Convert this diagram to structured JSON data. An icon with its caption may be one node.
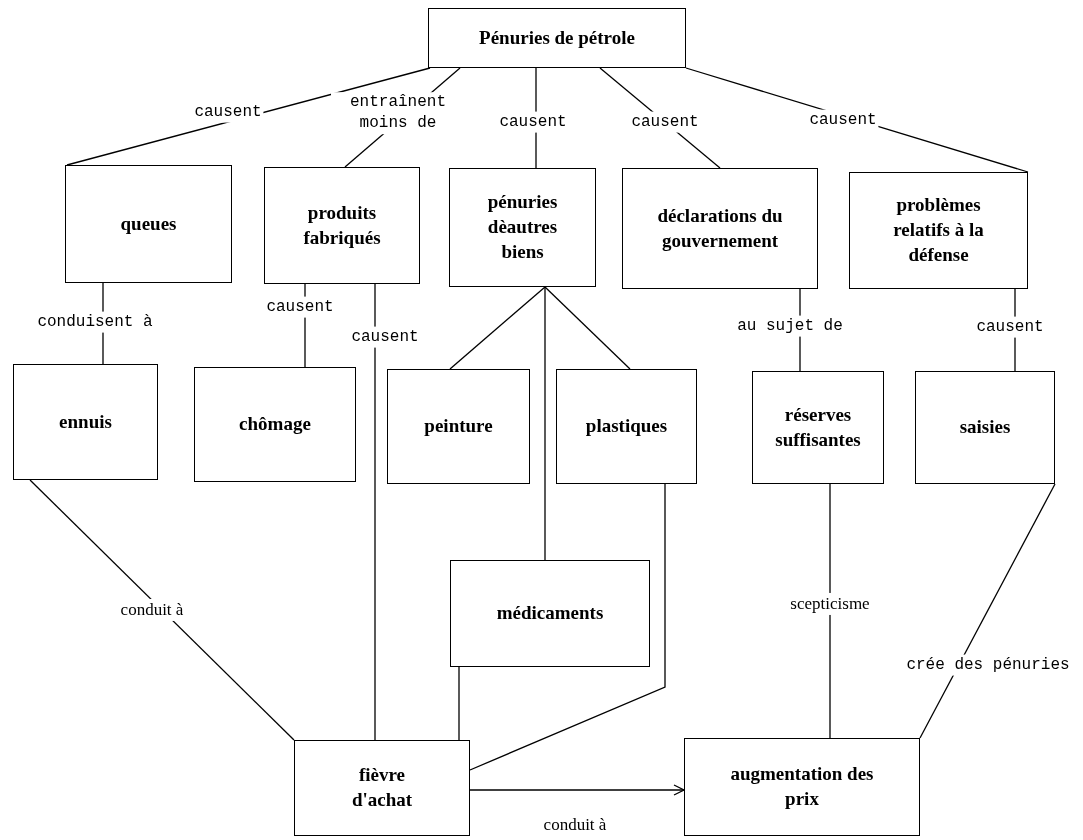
{
  "diagram": {
    "nodes": [
      {
        "text": [
          "Pénuries de pétrole"
        ]
      },
      {
        "text": [
          "queues"
        ]
      },
      {
        "text": [
          "produits fabriqués"
        ]
      },
      {
        "text": [
          "pénuries dèautres biens"
        ]
      },
      {
        "text": [
          "déclarations du gouvernement"
        ]
      },
      {
        "text": [
          "problèmes relatifs à la défense"
        ]
      },
      {
        "text": [
          "ennuis"
        ]
      },
      {
        "text": [
          "chômage"
        ]
      },
      {
        "text": [
          "peinture"
        ]
      },
      {
        "text": [
          "plastiques"
        ]
      },
      {
        "text": [
          "réserves suffisantes"
        ]
      },
      {
        "text": [
          "saisies"
        ]
      },
      {
        "text": [
          "médicaments"
        ]
      },
      {
        "text": [
          "fièvre d'achat"
        ]
      },
      {
        "text": [
          "augmentation des prix"
        ]
      }
    ],
    "edges": [
      {
        "from": 0,
        "to": 1,
        "arrow": "none",
        "label": "causent"
      },
      {
        "from": 0,
        "to": 2,
        "arrow": "none",
        "label": "entraînent moins de"
      },
      {
        "from": 0,
        "to": 3,
        "arrow": "none",
        "label": "causent"
      },
      {
        "from": 0,
        "to": 4,
        "arrow": "none",
        "label": "causent"
      },
      {
        "from": 0,
        "to": 5,
        "arrow": "none",
        "label": "causent"
      },
      {
        "from": 1,
        "to": 6,
        "arrow": "none",
        "label": "conduisent à"
      },
      {
        "from": 2,
        "to": 7,
        "arrow": "none",
        "label": "causent"
      },
      {
        "from": 2,
        "to": 13,
        "arrow": "none",
        "label": "causent"
      },
      {
        "from": 3,
        "to": 8,
        "arrow": "none"
      },
      {
        "from": 3,
        "to": 12,
        "arrow": "none"
      },
      {
        "from": 3,
        "to": 9,
        "arrow": "none"
      },
      {
        "from": 4,
        "to": 10,
        "arrow": "none",
        "label": "au sujet de"
      },
      {
        "from": 5,
        "to": 11,
        "arrow": "none",
        "label": "causent"
      },
      {
        "from": 6,
        "to": 13,
        "arrow": "none",
        "label": "conduit à"
      },
      {
        "from": 12,
        "to": 13,
        "arrow": "none"
      },
      {
        "from": 9,
        "to": 13,
        "arrow": "none"
      },
      {
        "from": 10,
        "to": 14,
        "arrow": "none",
        "label": "scepticisme"
      },
      {
        "from": 11,
        "to": 14,
        "arrow": "none",
        "label": "crée des pénuries"
      },
      {
        "from": 13,
        "to": 14,
        "arrow": "to",
        "label": "conduit à"
      }
    ]
  }
}
